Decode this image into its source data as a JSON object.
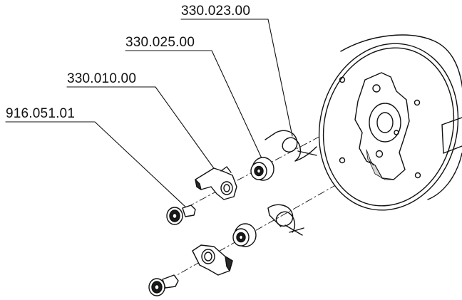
{
  "callouts": {
    "pin": "916.051.01",
    "pawl": "330.010.00",
    "bushing": "330.025.00",
    "spring": "330.023.00"
  },
  "colors": {
    "line": "#111111",
    "background": "#ffffff"
  }
}
